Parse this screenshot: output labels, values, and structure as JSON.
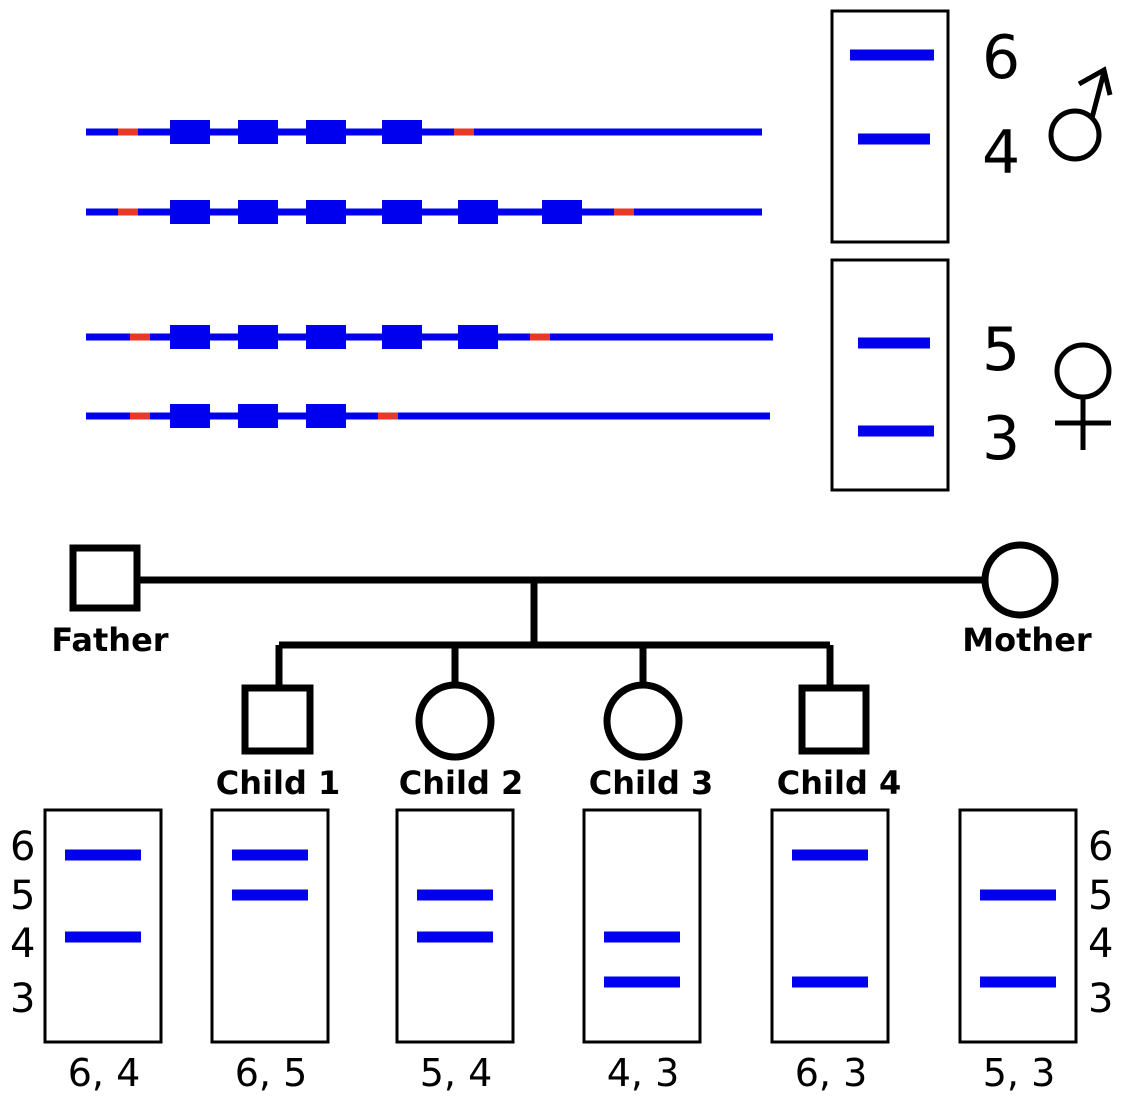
{
  "colors": {
    "dna": "#0000ee",
    "flank": "#e8382a",
    "band": "#0000ee",
    "ink": "#000000"
  },
  "parents": {
    "father": {
      "name": "Father",
      "symbol": "male-symbol",
      "gel_labels": [
        "6",
        "4"
      ],
      "alleles": [
        4,
        6
      ],
      "genotype": "6, 4"
    },
    "mother": {
      "name": "Mother",
      "symbol": "female-symbol",
      "gel_labels": [
        "5",
        "3"
      ],
      "alleles": [
        5,
        3
      ],
      "genotype": "5, 3"
    }
  },
  "children": [
    {
      "name": "Child 1",
      "sex": "male",
      "genotype": "6, 5",
      "bands": [
        6,
        5
      ]
    },
    {
      "name": "Child 2",
      "sex": "female",
      "genotype": "5, 4",
      "bands": [
        5,
        4
      ]
    },
    {
      "name": "Child 3",
      "sex": "female",
      "genotype": "4, 3",
      "bands": [
        4,
        3
      ]
    },
    {
      "name": "Child 4",
      "sex": "male",
      "genotype": "6, 3",
      "bands": [
        6,
        3
      ]
    }
  ],
  "gel_scale": {
    "left_labels": [
      "6",
      "5",
      "4",
      "3"
    ],
    "right_labels": [
      "6",
      "5",
      "4",
      "3"
    ]
  },
  "bottom_gels": [
    {
      "owner": "Father",
      "genotype": "6, 4",
      "bands": [
        6,
        4
      ]
    },
    {
      "owner": "Child 1",
      "genotype": "6, 5",
      "bands": [
        6,
        5
      ]
    },
    {
      "owner": "Child 2",
      "genotype": "5, 4",
      "bands": [
        5,
        4
      ]
    },
    {
      "owner": "Child 3",
      "genotype": "4, 3",
      "bands": [
        4,
        3
      ]
    },
    {
      "owner": "Child 4",
      "genotype": "6, 3",
      "bands": [
        6,
        3
      ]
    },
    {
      "owner": "Mother",
      "genotype": "5, 3",
      "bands": [
        5,
        3
      ]
    }
  ]
}
